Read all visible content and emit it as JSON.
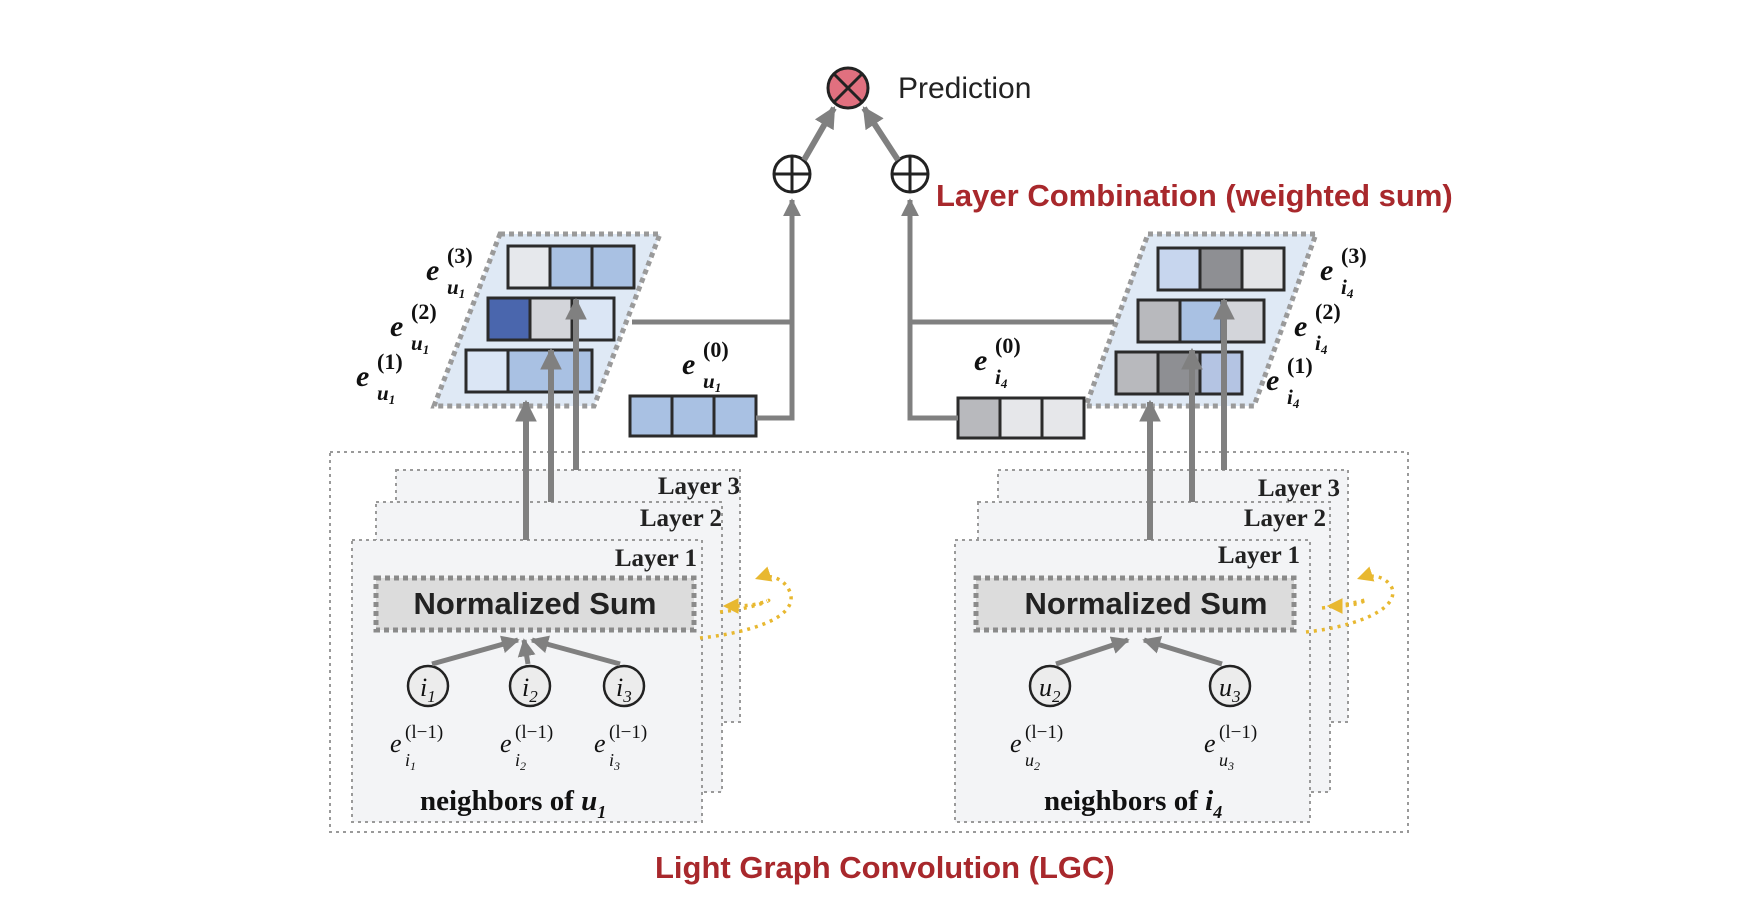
{
  "prediction": "Prediction",
  "layer_combination": "Layer Combination (weighted sum)",
  "lgc_title": "Light Graph Convolution (LGC)",
  "left": {
    "layers": [
      "Layer 3",
      "Layer 2",
      "Layer 1"
    ],
    "normalized_sum": "Normalized Sum",
    "neighbor_nodes": [
      {
        "letter": "i",
        "sub": "1"
      },
      {
        "letter": "i",
        "sub": "2"
      },
      {
        "letter": "i",
        "sub": "3"
      }
    ],
    "neighbor_embeddings": [
      {
        "base": "e",
        "sup": "(l−1)",
        "sub": "i",
        "sub2": "1"
      },
      {
        "base": "e",
        "sup": "(l−1)",
        "sub": "i",
        "sub2": "2"
      },
      {
        "base": "e",
        "sup": "(l−1)",
        "sub": "i",
        "sub2": "3"
      }
    ],
    "neighbors_label": "neighbors of ",
    "neighbors_var": "u",
    "neighbors_sub": "1",
    "stack_labels": [
      {
        "base": "e",
        "sup": "(3)",
        "sub": "u",
        "sub2": "1"
      },
      {
        "base": "e",
        "sup": "(2)",
        "sub": "u",
        "sub2": "1"
      },
      {
        "base": "e",
        "sup": "(1)",
        "sub": "u",
        "sub2": "1"
      }
    ],
    "initial_label": {
      "base": "e",
      "sup": "(0)",
      "sub": "u",
      "sub2": "1"
    },
    "stack_colors": [
      [
        "#e6e8ec",
        "#a9c1e3",
        "#a9c1e3"
      ],
      [
        "#4a66ad",
        "#d3d5da",
        "#dbe6f5"
      ],
      [
        "#dbe6f5",
        "#a9c1e3",
        "#a9c1e3"
      ]
    ],
    "initial_colors": [
      "#a9c1e3",
      "#a9c1e3",
      "#a9c1e3"
    ]
  },
  "right": {
    "layers": [
      "Layer 3",
      "Layer 2",
      "Layer 1"
    ],
    "normalized_sum": "Normalized Sum",
    "neighbor_nodes": [
      {
        "letter": "u",
        "sub": "2"
      },
      {
        "letter": "u",
        "sub": "3"
      }
    ],
    "neighbor_embeddings": [
      {
        "base": "e",
        "sup": "(l−1)",
        "sub": "u",
        "sub2": "2"
      },
      {
        "base": "e",
        "sup": "(l−1)",
        "sub": "u",
        "sub2": "3"
      }
    ],
    "neighbors_label": "neighbors of ",
    "neighbors_var": "i",
    "neighbors_sub": "4",
    "stack_labels": [
      {
        "base": "e",
        "sup": "(3)",
        "sub": "i",
        "sub2": "4"
      },
      {
        "base": "e",
        "sup": "(2)",
        "sub": "i",
        "sub2": "4"
      },
      {
        "base": "e",
        "sup": "(1)",
        "sub": "i",
        "sub2": "4"
      }
    ],
    "initial_label": {
      "base": "e",
      "sup": "(0)",
      "sub": "i",
      "sub2": "4"
    },
    "stack_colors": [
      [
        "#c7d6ee",
        "#8e8f93",
        "#e3e4e7"
      ],
      [
        "#b8b9bd",
        "#a9c1e3",
        "#d3d5da"
      ],
      [
        "#b8b9bd",
        "#8e8f93",
        "#b4c4e3"
      ]
    ],
    "initial_colors": [
      "#b8b9bd",
      "#e6e7ea",
      "#e6e7ea"
    ]
  },
  "colors": {
    "title_red": "#a8282c",
    "arrow_gray": "#808080",
    "prediction_fill": "#e1707f",
    "gold_dots": "#e8b830",
    "panel_fill": "#dfe9f5"
  }
}
